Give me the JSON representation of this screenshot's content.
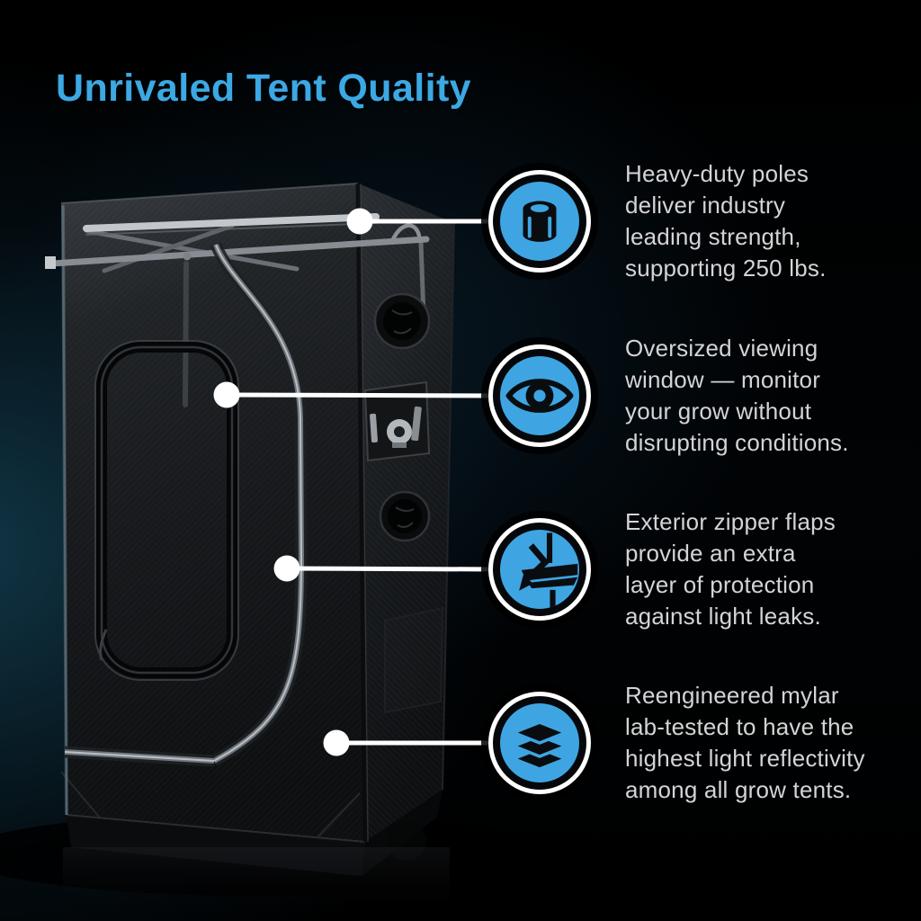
{
  "title": "Unrivaled Tent Quality",
  "colors": {
    "accent_blue": "#3CA8E4",
    "icon_disc_blue": "#3EA5E2",
    "body_text_gray": "#D3D4D6",
    "background_glow_teal": "#1B5872",
    "callout_white": "#FFFFFF"
  },
  "features": [
    {
      "icon": "pole-icon",
      "lines": [
        "Heavy-duty poles",
        "deliver industry",
        "leading strength,",
        "supporting 250 lbs."
      ]
    },
    {
      "icon": "eye-icon",
      "lines": [
        "Oversized viewing",
        "window — monitor",
        "your grow without",
        "disrupting conditions."
      ]
    },
    {
      "icon": "zipper-flap-icon",
      "lines": [
        "Exterior zipper flaps",
        "provide an extra",
        "layer of protection",
        "against light leaks."
      ]
    },
    {
      "icon": "layers-icon",
      "lines": [
        "Reengineered mylar",
        "lab-tested to have the",
        "highest light reflectivity",
        "among all grow tents."
      ]
    }
  ]
}
